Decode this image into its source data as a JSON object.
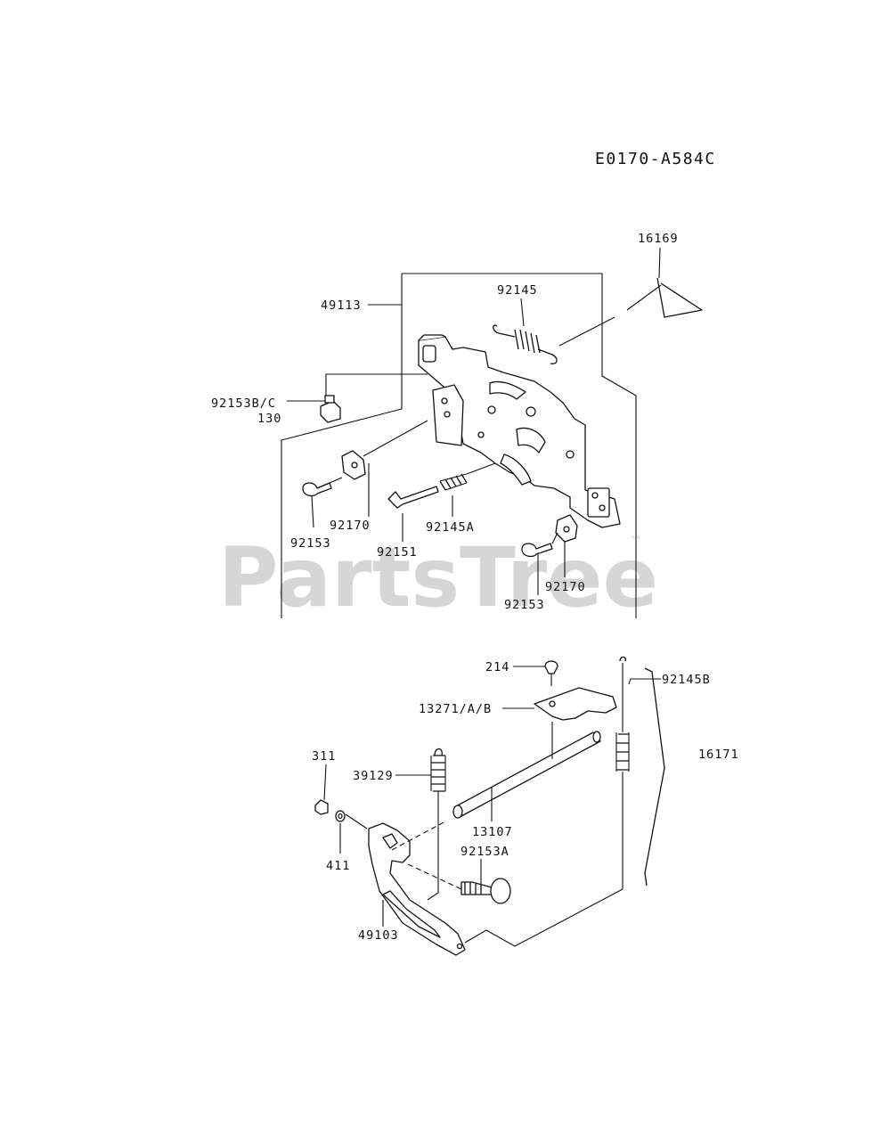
{
  "diagram_code": "E0170-A584C",
  "watermark": {
    "text": "PartsTree",
    "trademark": "™"
  },
  "labels": {
    "l16169": "16169",
    "l92145": "92145",
    "l49113": "49113",
    "l92153bc": "92153B/C",
    "l130": "130",
    "l92170a": "92170",
    "l92153a": "92153",
    "l92151": "92151",
    "l92145a": "92145A",
    "l92170b": "92170",
    "l92153b": "92153",
    "l214": "214",
    "l92145b": "92145B",
    "l13271": "13271/A/B",
    "l16171": "16171",
    "l311": "311",
    "l39129": "39129",
    "l13107": "13107",
    "l92153a2": "92153A",
    "l411": "411",
    "l49103": "49103"
  }
}
